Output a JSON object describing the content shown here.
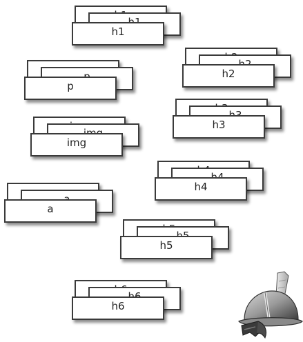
{
  "stacks": [
    {
      "id": "h1",
      "label": "h1"
    },
    {
      "id": "p",
      "label": "p"
    },
    {
      "id": "h2",
      "label": "h2"
    },
    {
      "id": "h3",
      "label": "h3"
    },
    {
      "id": "img",
      "label": "img"
    },
    {
      "id": "h4",
      "label": "h4"
    },
    {
      "id": "a",
      "label": "a"
    },
    {
      "id": "h5",
      "label": "h5"
    },
    {
      "id": "h6",
      "label": "h6"
    }
  ],
  "icons": {
    "hardhat": "hard-hat-hammer-icon"
  }
}
